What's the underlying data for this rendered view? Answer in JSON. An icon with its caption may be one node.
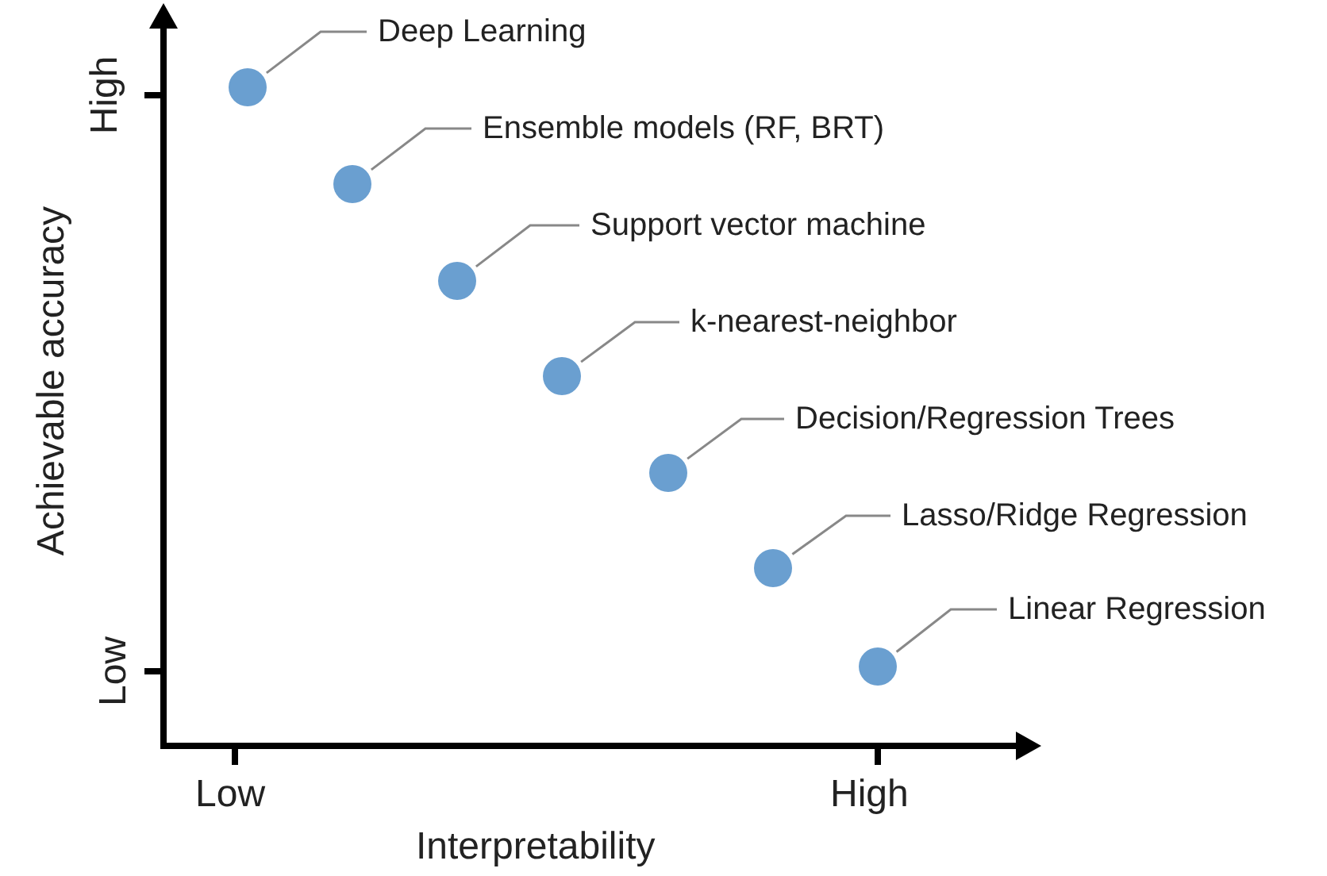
{
  "diagram": {
    "nodes": [
      {
        "text": [
          "Deep Learning"
        ]
      },
      {
        "text": [
          "Ensemble models (RF, BRT)"
        ]
      },
      {
        "text": [
          "Support vector machine"
        ]
      },
      {
        "text": [
          "k-nearest-neighbor"
        ]
      },
      {
        "text": [
          "Decision/Regression Trees"
        ]
      },
      {
        "text": [
          "Lasso/Ridge Regression"
        ]
      },
      {
        "text": [
          "Linear Regression"
        ]
      },
      {
        "text": [],
        "shape": "circle"
      },
      {
        "text": [],
        "shape": "circle"
      },
      {
        "text": [],
        "shape": "circle"
      },
      {
        "text": [],
        "shape": "circle"
      },
      {
        "text": [],
        "shape": "circle"
      },
      {
        "text": [],
        "shape": "circle"
      },
      {
        "text": [],
        "shape": "circle"
      }
    ],
    "edges": [
      {
        "from": 0,
        "to": 7,
        "arrow": "none"
      },
      {
        "from": 1,
        "to": 8,
        "arrow": "none"
      },
      {
        "from": 2,
        "to": 9,
        "arrow": "none"
      },
      {
        "from": 3,
        "to": 10,
        "arrow": "none"
      },
      {
        "from": 4,
        "to": 11,
        "arrow": "none"
      },
      {
        "from": 5,
        "to": 12,
        "arrow": "none"
      },
      {
        "from": 6,
        "to": 13,
        "arrow": "none"
      }
    ],
    "labels": [
      "High",
      "Achievable accuracy",
      "Low",
      "Low",
      "High",
      "Interpretability"
    ]
  }
}
